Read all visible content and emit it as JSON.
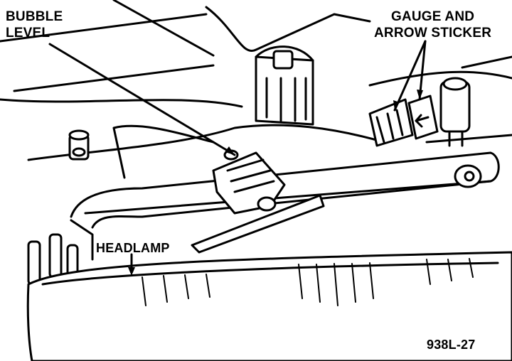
{
  "labels": {
    "bubble_level": [
      "BUBBLE",
      "LEVEL"
    ],
    "gauge_sticker": [
      "GAUGE AND",
      "ARROW STICKER"
    ],
    "headlamp": "HEADLAMP"
  },
  "figure_number": "938L-27",
  "colors": {
    "ink": "#000000",
    "paper": "#ffffff"
  }
}
